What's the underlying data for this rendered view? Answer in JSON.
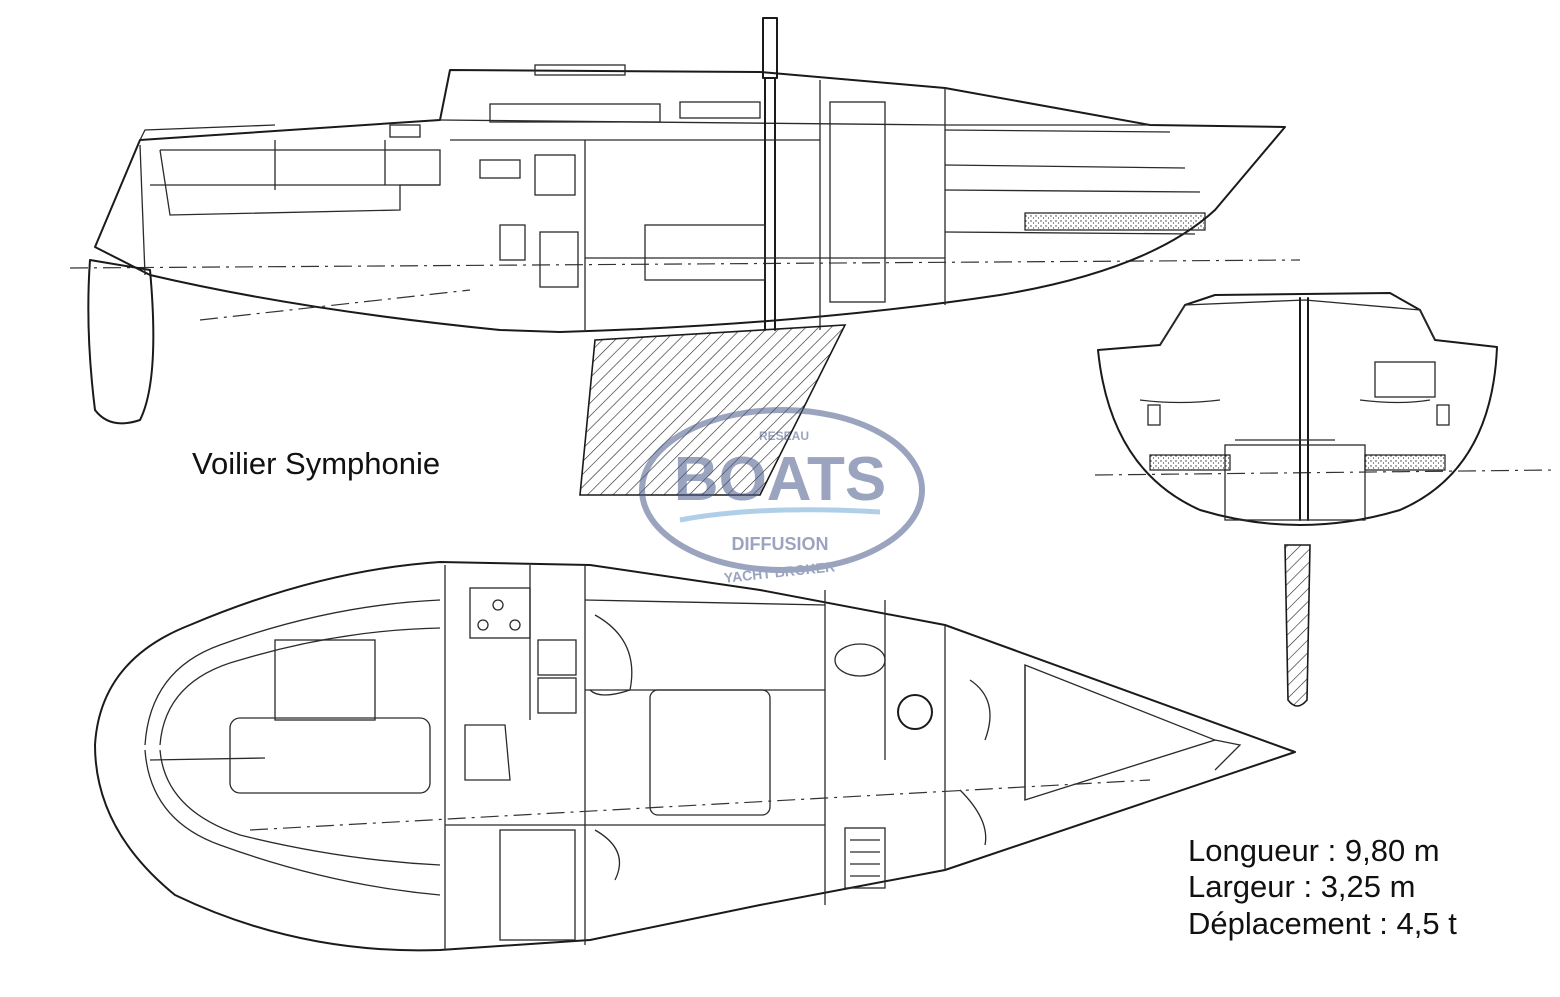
{
  "title": "Voilier Symphonie",
  "specs": {
    "length": "Longueur : 9,80 m",
    "width": "Largeur : 3,25 m",
    "displacement": "Déplacement : 4,5 t"
  },
  "watermark": {
    "top": "RESEAU",
    "brand": "BOATS",
    "middle": "DIFFUSION",
    "bottom": "YACHT BROKER"
  },
  "colors": {
    "line": "#1a1a1a",
    "watermark": "#4a5a8c"
  }
}
